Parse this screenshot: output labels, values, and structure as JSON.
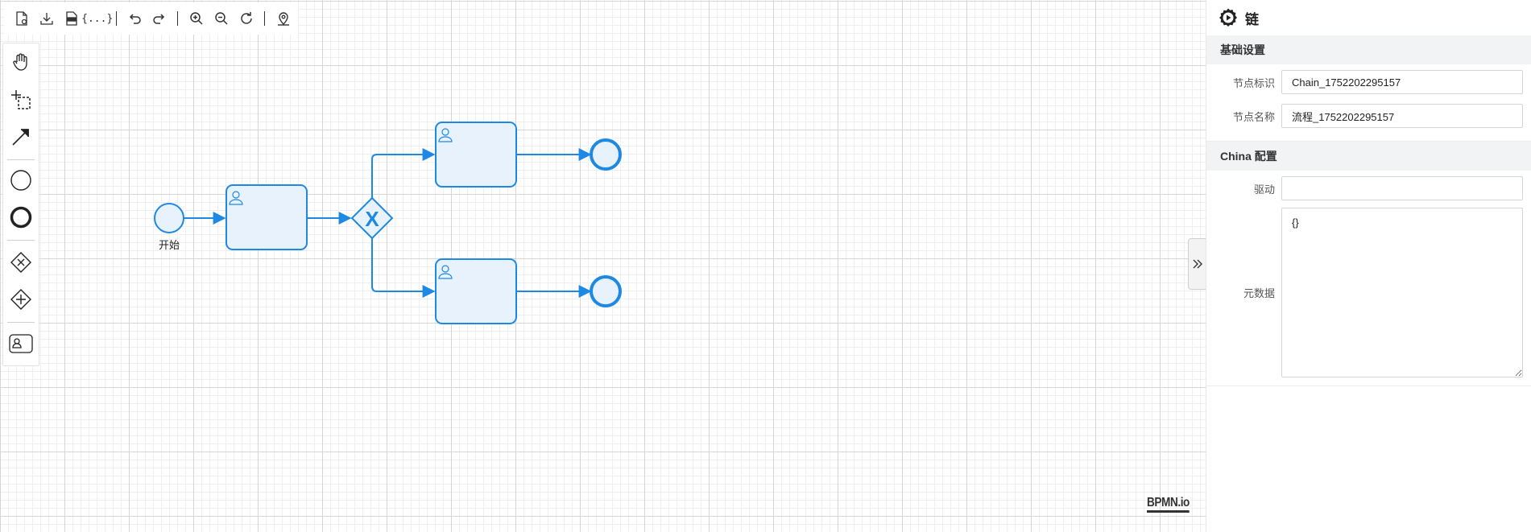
{
  "toolbar": {
    "buttons": [
      {
        "name": "new-file-icon"
      },
      {
        "name": "download-icon"
      },
      {
        "name": "save-svg-icon"
      },
      {
        "name": "json-icon",
        "label": "{...}"
      },
      {
        "name": "undo-icon"
      },
      {
        "name": "redo-icon"
      },
      {
        "name": "zoom-in-icon"
      },
      {
        "name": "zoom-out-icon"
      },
      {
        "name": "reset-zoom-icon"
      },
      {
        "name": "map-pin-icon"
      }
    ]
  },
  "palette": {
    "tools": [
      "hand-tool",
      "lasso-tool",
      "connect-tool",
      "start-event",
      "end-event",
      "exclusive-gateway",
      "parallel-gateway",
      "user-task"
    ]
  },
  "diagram": {
    "start_label": "开始",
    "gateway_mark": "X"
  },
  "panel": {
    "title": "链",
    "basic_group": "基础设置",
    "id_label": "节点标识",
    "id_value": "Chain_1752202295157",
    "name_label": "节点名称",
    "name_value": "流程_1752202295157",
    "china_group": "China 配置",
    "driver_label": "驱动",
    "driver_value": "",
    "metadata_label": "元数据",
    "metadata_value": "{}"
  },
  "branding": {
    "logo_text": "BPMN.io"
  },
  "colors": {
    "accent": "#1e88e5",
    "task_fill": "#e8f2fc"
  }
}
